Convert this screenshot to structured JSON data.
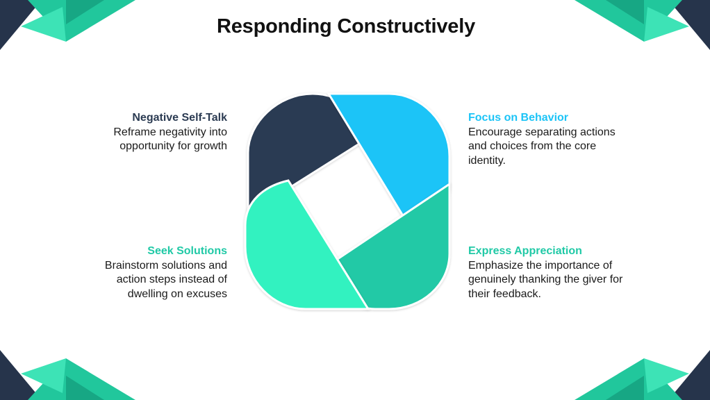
{
  "title": "Responding Constructively",
  "colors": {
    "navy": "#2b3b52",
    "sky": "#1cc4f7",
    "teal": "#20c9a6",
    "mint": "#30f2c0",
    "corner_green": "#21c79c",
    "corner_green_light": "#3de3b6",
    "corner_dark": "#26344b"
  },
  "items": [
    {
      "heading": "Negative Self-Talk",
      "description": "Reframe negativity into opportunity for growth",
      "color": "#2b3b52"
    },
    {
      "heading": "Focus on Behavior",
      "description": "Encourage separating actions and choices from the core identity.",
      "color": "#1cc4f7"
    },
    {
      "heading": "Seek Solutions",
      "description": "Brainstorm solutions and action steps instead of dwelling on excuses",
      "color": "#20c9a6"
    },
    {
      "heading": "Express Appreciation",
      "description": "Emphasize the importance of genuinely thanking the giver for their feedback.",
      "color": "#20c9a6"
    }
  ]
}
